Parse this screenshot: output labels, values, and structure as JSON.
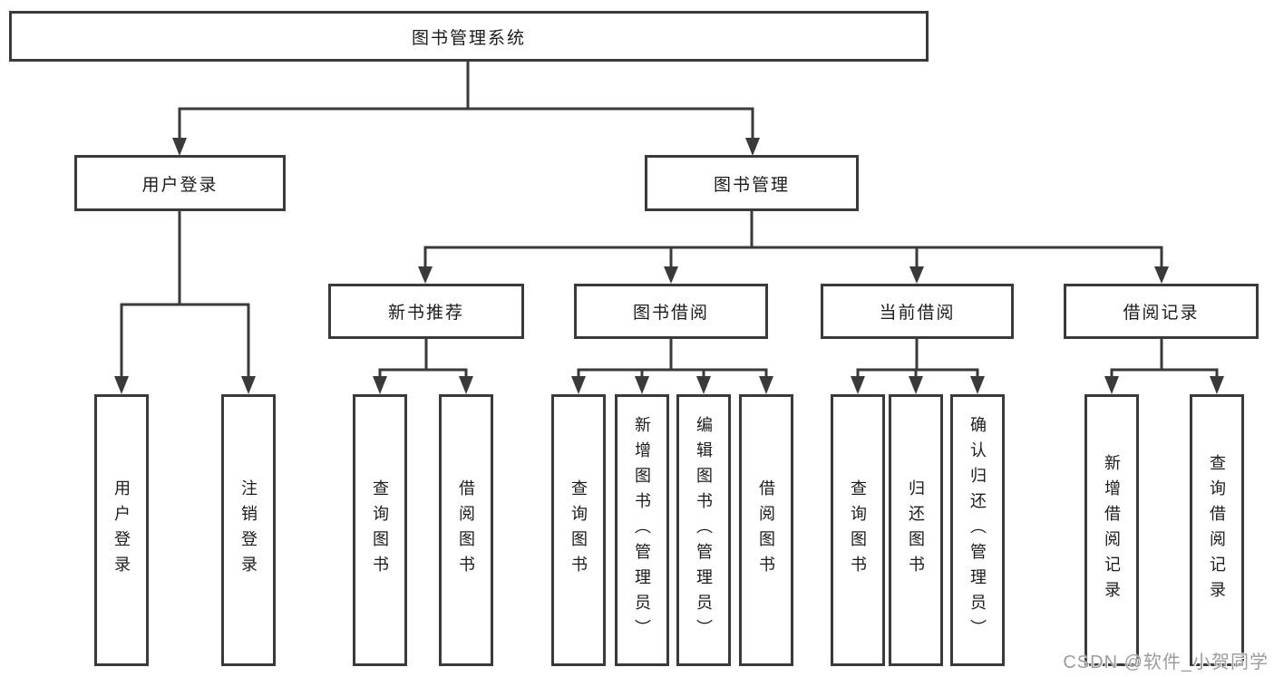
{
  "diagram": {
    "root": {
      "label": "图书管理系统"
    },
    "level2": [
      {
        "label": "用户登录"
      },
      {
        "label": "图书管理"
      }
    ],
    "level3": [
      {
        "label": "新书推荐",
        "parent": "图书管理"
      },
      {
        "label": "图书借阅",
        "parent": "图书管理"
      },
      {
        "label": "当前借阅",
        "parent": "图书管理"
      },
      {
        "label": "借阅记录",
        "parent": "图书管理"
      }
    ],
    "leaves": [
      {
        "label": "用户登录",
        "parent": "用户登录"
      },
      {
        "label": "注销登录",
        "parent": "用户登录"
      },
      {
        "label": "查询图书",
        "parent": "新书推荐"
      },
      {
        "label": "借阅图书",
        "parent": "新书推荐"
      },
      {
        "label": "查询图书",
        "parent": "图书借阅"
      },
      {
        "label": "新增图书（管理员）",
        "parent": "图书借阅"
      },
      {
        "label": "编辑图书（管理员）",
        "parent": "图书借阅"
      },
      {
        "label": "借阅图书",
        "parent": "图书借阅"
      },
      {
        "label": "查询图书",
        "parent": "当前借阅"
      },
      {
        "label": "归还图书",
        "parent": "当前借阅"
      },
      {
        "label": "确认归还（管理员）",
        "parent": "当前借阅"
      },
      {
        "label": "新增借阅记录",
        "parent": "借阅记录"
      },
      {
        "label": "查询借阅记录",
        "parent": "借阅记录"
      }
    ]
  },
  "watermark": {
    "text": "CSDN @软件_小贺同学"
  },
  "colors": {
    "line": "#3a3a3a",
    "text": "#1c1c1c",
    "watermark": "#9c9c9c",
    "background": "#ffffff"
  }
}
